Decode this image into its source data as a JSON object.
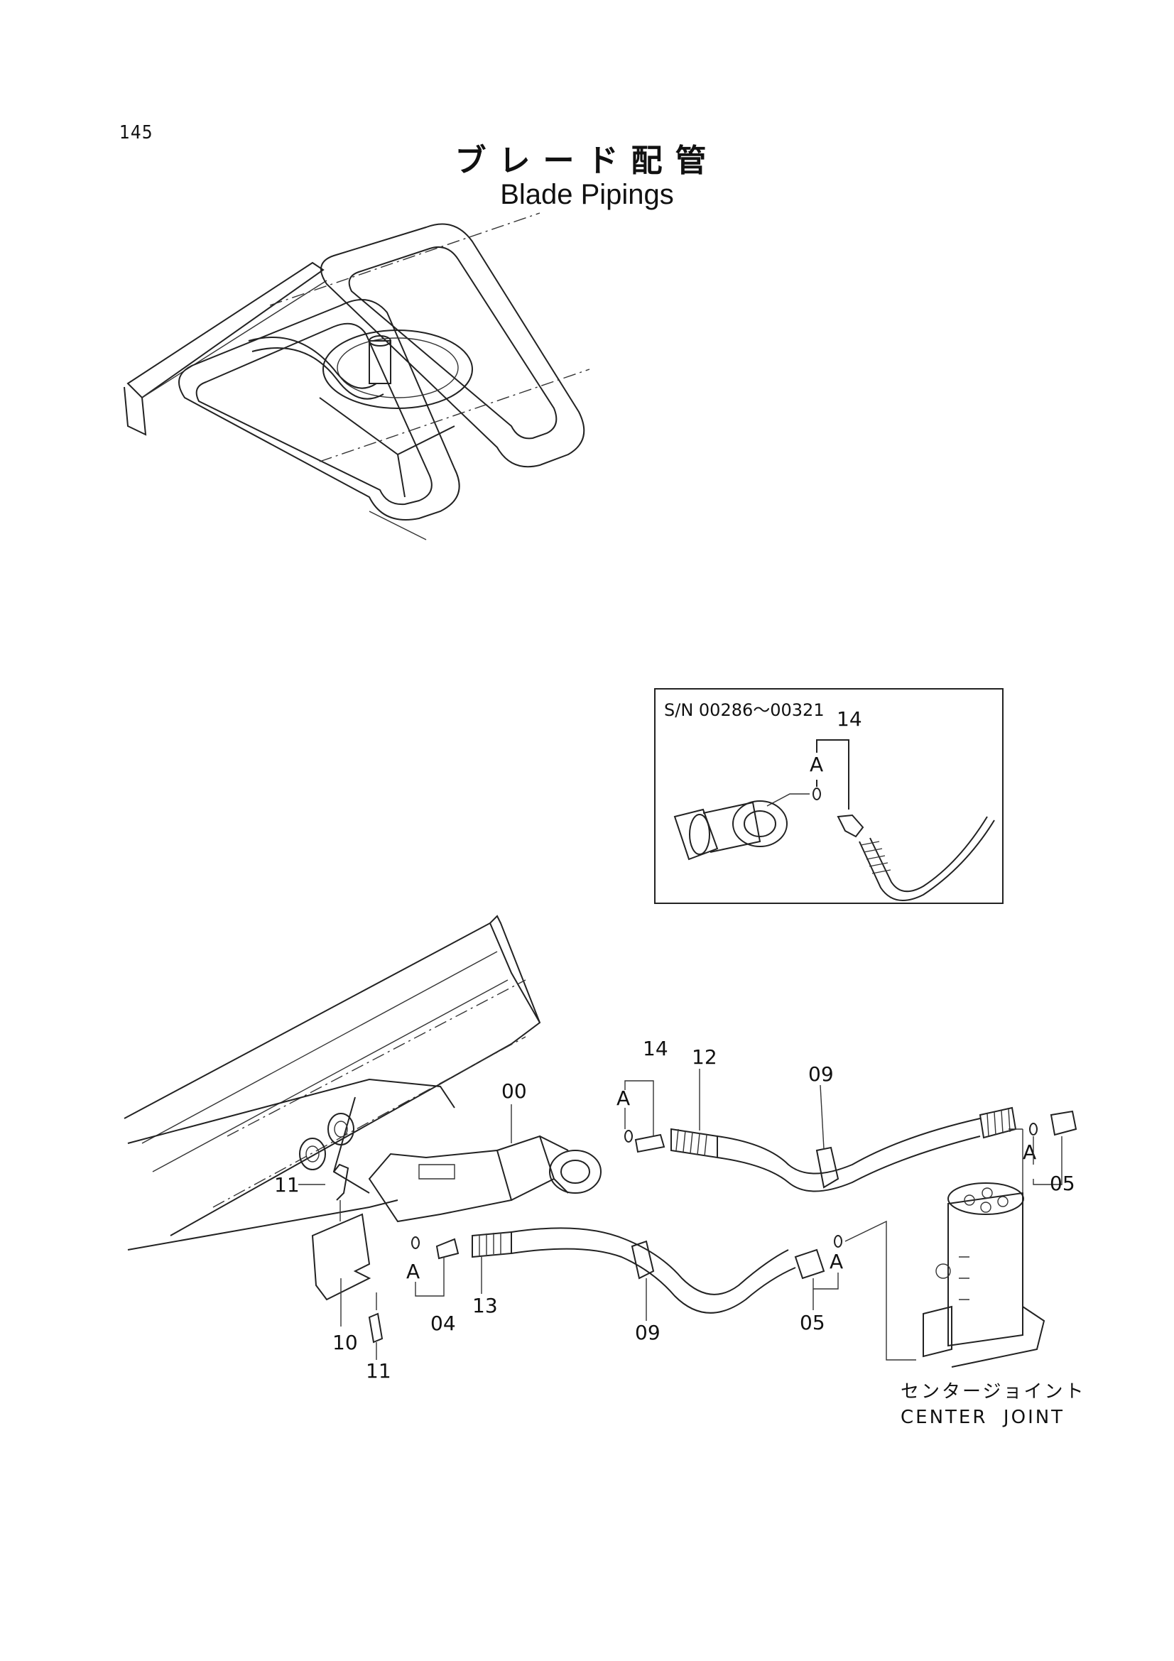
{
  "page": {
    "number": "145"
  },
  "title": {
    "japanese": "ブレード配管",
    "english": "Blade Pipings"
  },
  "inset": {
    "serial_range": "S/N 00286～00321",
    "callouts": {
      "part": "14",
      "port": "A"
    }
  },
  "callouts": {
    "c00": "00",
    "c14": "14",
    "c12": "12",
    "c09_top": "09",
    "c05_right": "05",
    "c11_top": "11",
    "c10": "10",
    "c11_bottom": "11",
    "c04": "04",
    "c13": "13",
    "c09_bottom": "09",
    "c05_bottom": "05",
    "port_a_1": "A",
    "port_a_2": "A",
    "port_a_3": "A",
    "port_a_4": "A"
  },
  "center_joint": {
    "japanese": "センタージョイント",
    "english": "CENTER  JOINT"
  }
}
